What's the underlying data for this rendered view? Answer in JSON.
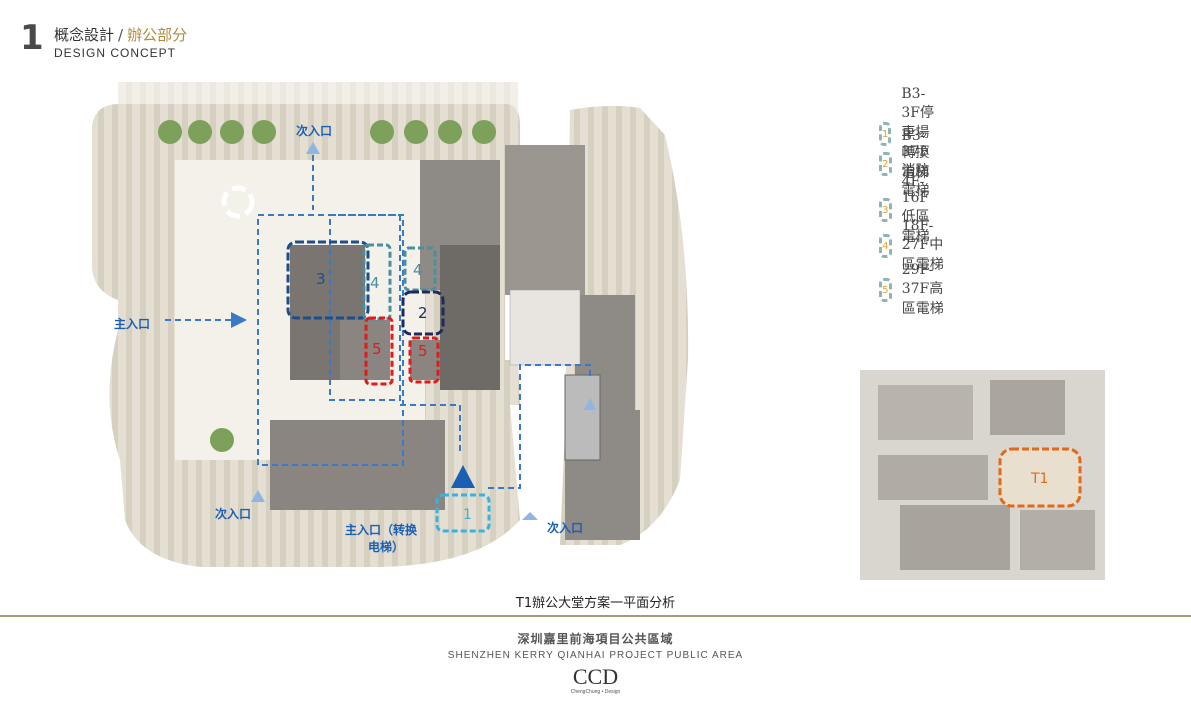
{
  "header": {
    "number": "1",
    "title": "概念設計",
    "separator": "/",
    "subtitle": "辦公部分",
    "english": "DESIGN  CONCEPT"
  },
  "legend": [
    {
      "num": "1",
      "text": "B3-3F停車場轉換電梯"
    },
    {
      "num": "2",
      "text": "B3-37F消防電梯"
    },
    {
      "num": "3",
      "text": "4F-16F低區電梯"
    },
    {
      "num": "4",
      "text": "18F-27F中區電梯"
    },
    {
      "num": "5",
      "text": "29F-37F高區電梯"
    }
  ],
  "plan": {
    "labels": {
      "main_entrance": "主入口",
      "side_entrance_top": "次入口",
      "side_entrance_bottom_left": "次入口",
      "side_entrance_bottom_right": "次入口",
      "main_entrance_transfer_line1": "主入口（转换",
      "main_entrance_transfer_line2": "电梯）"
    },
    "markers": {
      "m3": "3",
      "m4a": "4",
      "m4b": "4",
      "m2": "2",
      "m5a": "5",
      "m5b": "5",
      "m1": "1"
    }
  },
  "keymap": {
    "label": "T1"
  },
  "caption": "T1辦公大堂方案一平面分析",
  "footer": {
    "cn": "深圳嘉里前海項目公共區域",
    "en": "SHENZHEN KERRY QIANHAI PROJECT PUBLIC AREA",
    "logo": "CCD",
    "logo_sub": "ChengChung • Design"
  },
  "colors": {
    "route_blue": "#3a78c8",
    "marker_dark_blue": "#1b4f8c",
    "marker_navy": "#1f2a5a",
    "marker_teal": "#4a8f9e",
    "marker_red": "#e01b1b",
    "marker_cyan": "#36b3e0",
    "keymap_orange": "#e06a1a",
    "legend_border": "#8fb4b4",
    "legend_number": "#d9a23a"
  }
}
